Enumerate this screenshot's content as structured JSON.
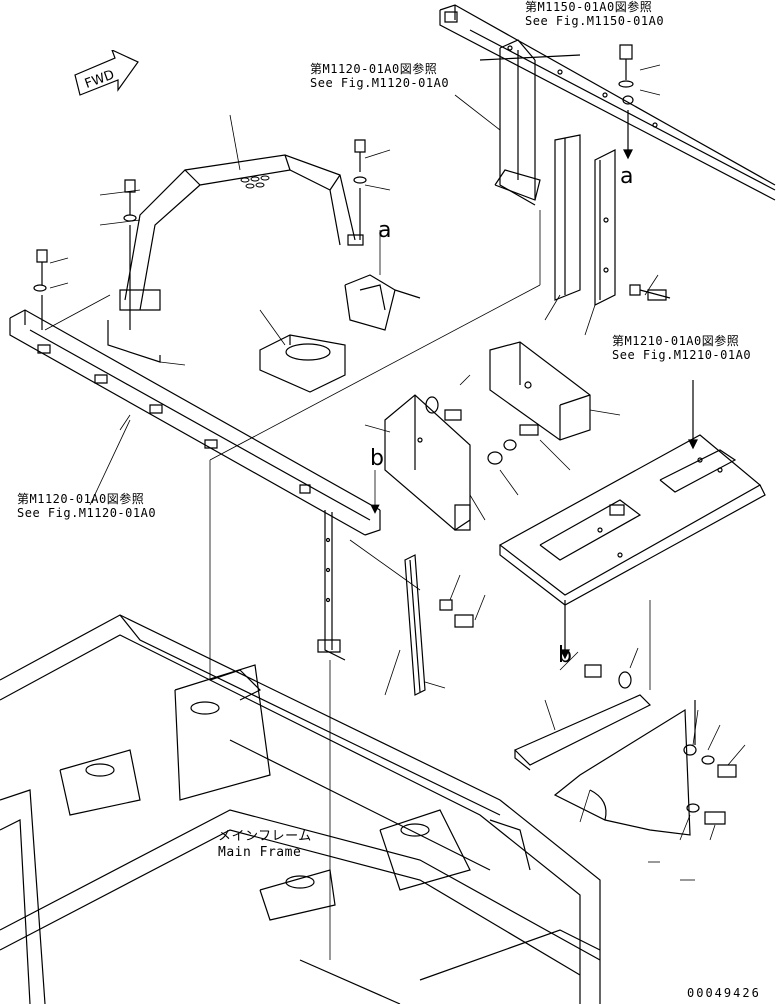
{
  "fwd_label": "FWD",
  "refs": [
    {
      "id": "m1150",
      "jp": "第M1150-01A0図参照",
      "en": "See Fig.M1150-01A0"
    },
    {
      "id": "m1120_top",
      "jp": "第M1120-01A0図参照",
      "en": "See Fig.M1120-01A0"
    },
    {
      "id": "m1210",
      "jp": "第M1210-01A0図参照",
      "en": "See Fig.M1210-01A0"
    },
    {
      "id": "m1120_left",
      "jp": "第M1120-01A0図参照",
      "en": "See Fig.M1120-01A0"
    }
  ],
  "main_frame": {
    "jp": "メインフレーム",
    "en": "Main Frame"
  },
  "marks": {
    "a1": "a",
    "a2": "a",
    "b1": "b",
    "b2": "b"
  },
  "drawing_number": "00049426"
}
